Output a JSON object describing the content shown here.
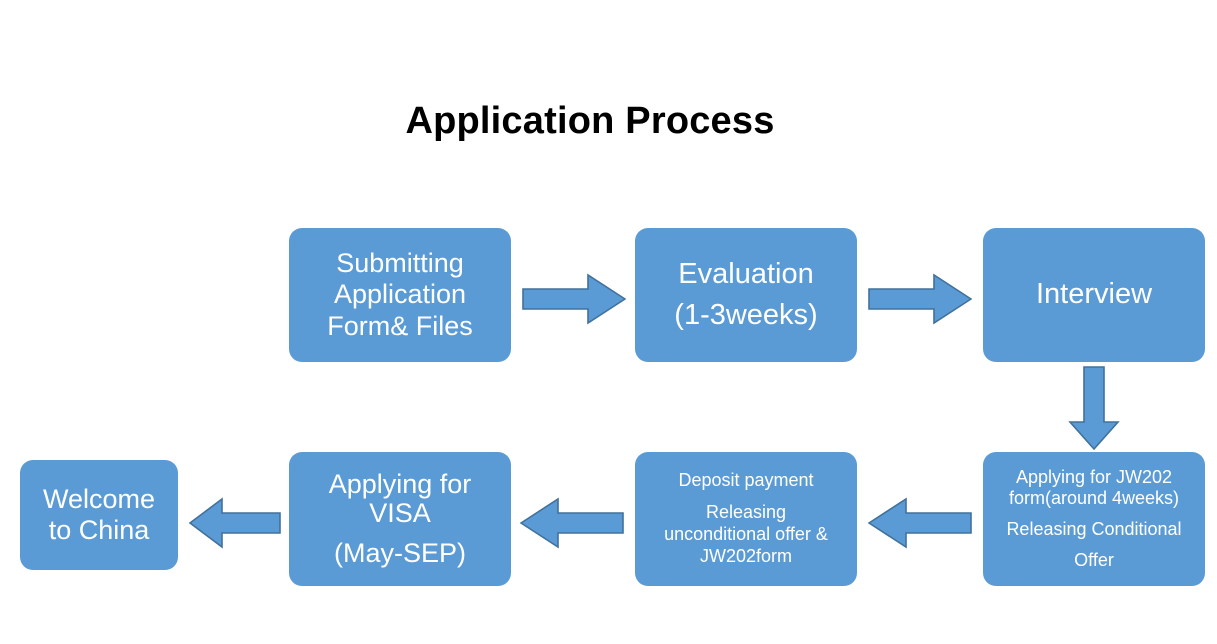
{
  "page": {
    "title": "Application Process",
    "background": "#ffffff",
    "node_fill": "#5B9BD5",
    "arrow_fill": "#5B9BD5",
    "arrow_stroke": "#41719C",
    "node_text_color": "#ffffff",
    "title_color": "#000000"
  },
  "diagram": {
    "type": "flowchart",
    "direction": "serpentine-left-to-right-then-right-to-left",
    "nodes": [
      {
        "id": "submitting",
        "name": "submitting-application-node",
        "lines": [
          "Submitting",
          "Application",
          "Form& Files"
        ]
      },
      {
        "id": "evaluation",
        "name": "evaluation-node",
        "lines": [
          "Evaluation",
          "(1-3weeks)"
        ]
      },
      {
        "id": "interview",
        "name": "interview-node",
        "lines": [
          "Interview"
        ]
      },
      {
        "id": "jw202",
        "name": "jw202-conditional-offer-node",
        "lines": [
          "Applying for JW202",
          "form(around 4weeks)",
          "Releasing Conditional",
          "Offer"
        ]
      },
      {
        "id": "deposit",
        "name": "deposit-payment-node",
        "lines": [
          "Deposit payment",
          "Releasing",
          "unconditional offer &",
          "JW202form"
        ]
      },
      {
        "id": "visa",
        "name": "applying-visa-node",
        "lines": [
          "Applying for",
          "VISA",
          "(May-SEP)"
        ]
      },
      {
        "id": "welcome",
        "name": "welcome-to-china-node",
        "lines": [
          "Welcome",
          "to China"
        ]
      }
    ],
    "connectors": [
      {
        "id": "a1",
        "name": "arrow-submitting-to-evaluation",
        "direction": "right"
      },
      {
        "id": "a2",
        "name": "arrow-evaluation-to-interview",
        "direction": "right"
      },
      {
        "id": "a3",
        "name": "arrow-interview-to-jw202",
        "direction": "down"
      },
      {
        "id": "a4",
        "name": "arrow-jw202-to-deposit",
        "direction": "left"
      },
      {
        "id": "a5",
        "name": "arrow-deposit-to-visa",
        "direction": "left"
      },
      {
        "id": "a6",
        "name": "arrow-visa-to-welcome",
        "direction": "left"
      }
    ]
  }
}
